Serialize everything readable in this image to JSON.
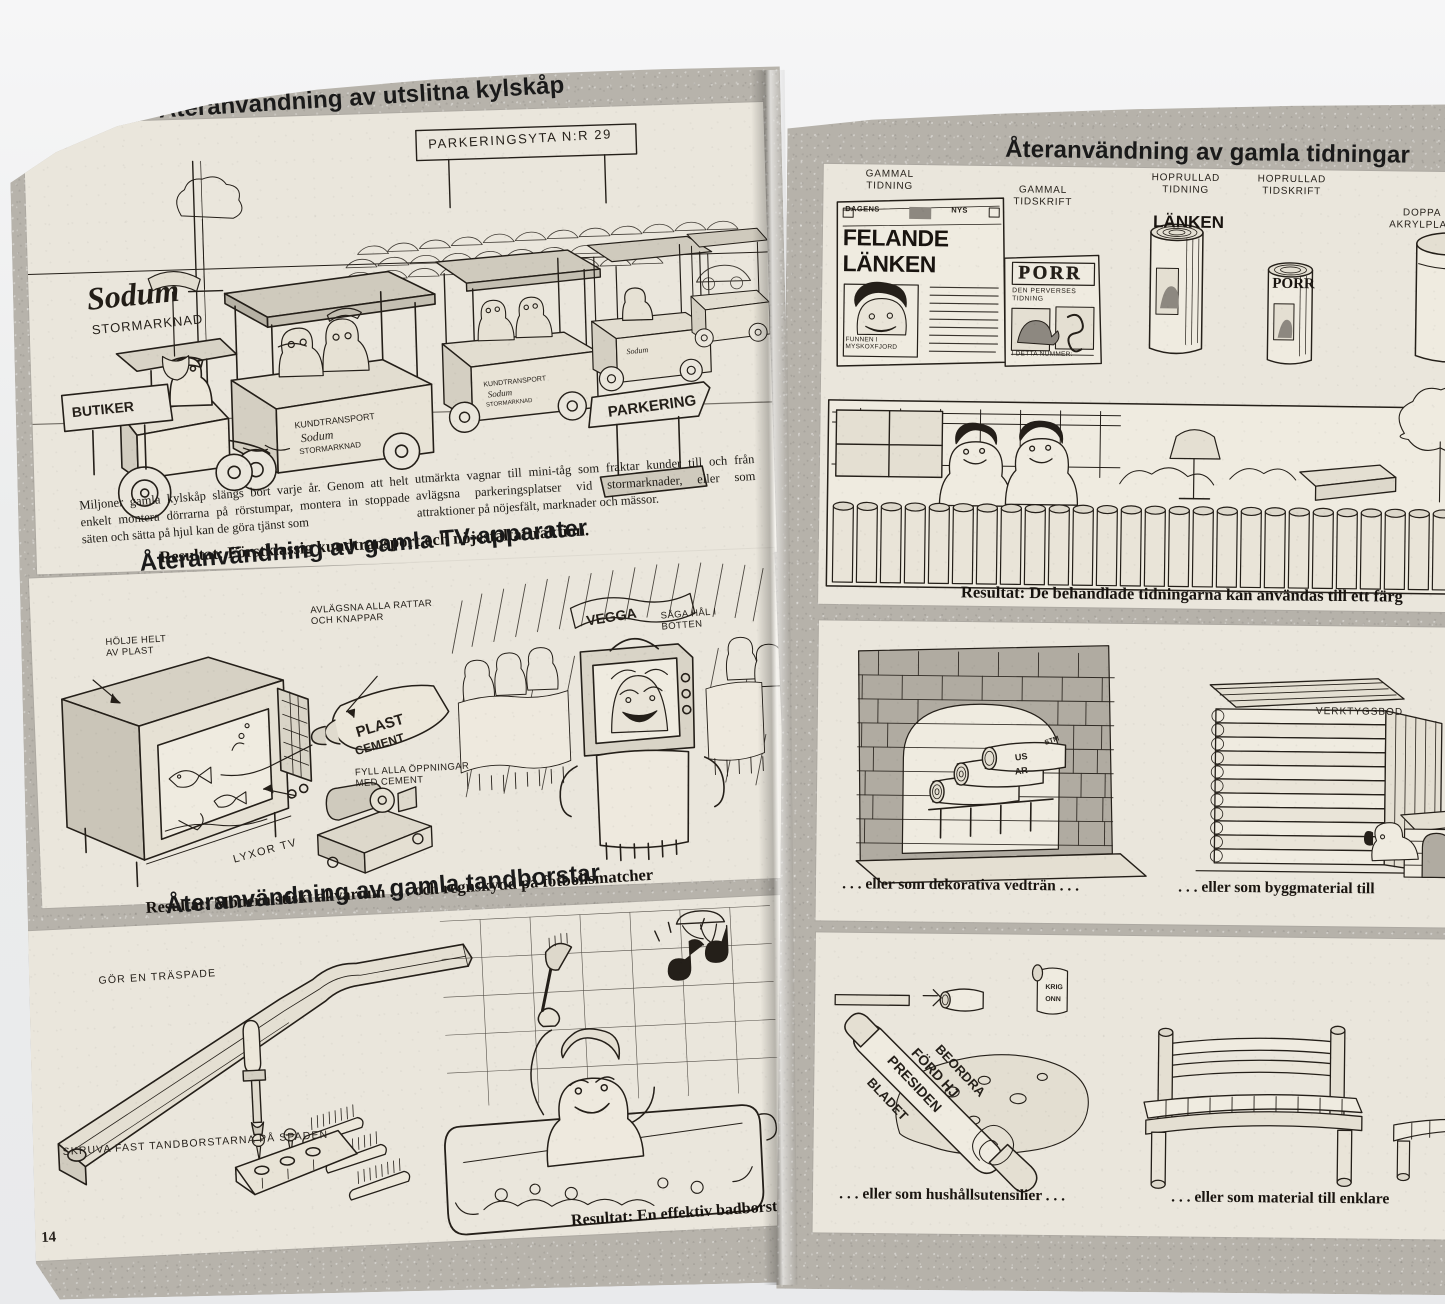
{
  "document": {
    "type": "magazine-spread",
    "language": "Swedish",
    "page_number_left": "14",
    "palette": {
      "backdrop": "#eceded",
      "page_grey": "#b7b3ab",
      "panel_cream": "#eae6dc",
      "ink": "#241f19"
    }
  },
  "left_page": {
    "page_number": "14",
    "sections": [
      {
        "heading": "Återanvändning av utslitna kylskåp",
        "signs": {
          "parking_area": "PARKERINGSYTA  N:R  29",
          "store_name": "Sodum",
          "store_sub": "STORMARKNAD",
          "store_shops": "BUTIKER",
          "parking": "PARKERING",
          "wagon_text": "KUNDTRANSPORT Sodum STORMARKNAD"
        },
        "body_left": "Miljoner gamla kylskåp slängs bort varje år. Genom att helt enkelt montera dörrarna på rörstumpar, montera in stoppade säten och sätta på hjul kan de göra tjänst som",
        "body_right": "utmärkta vagnar till mini-tåg som fraktar kunder till och från avlägsna parkeringsplatser vid stormarknader, eller som attraktioner på nöjesfält, marknader och mässor.",
        "result": "Resultat: Förstklassig kundtransport och nöjesfältattraktion."
      },
      {
        "heading": "Återanvändning av gamla TV-apparater",
        "labels": [
          "HÖLJE HELT\nAV PLAST",
          "AVLÄGSNA ALLA RATTAR\nOCH KNAPPAR",
          "FYLL ALLA ÖPPNINGAR\nMED CEMENT",
          "SÅGA HÅL I\nBOTTEN"
        ],
        "tube_label": "\"PLAST\" CEMENT",
        "tv_brand": "LYXOR TV",
        "crowd_banner": "VEGGA",
        "result": "Resultat: Modernistiskt akvarium . . . och regnskydd på fotbollsmatcher"
      },
      {
        "heading": "Återanvändning av gamla tandborstar",
        "labels": [
          "GÖR EN TRÄSPADE",
          "SKRUVA FAST TANDBORSTARNA PÅ SPADEN"
        ],
        "result": "Resultat: En effektiv badborste"
      }
    ]
  },
  "right_page": {
    "sections": [
      {
        "heading": "Återanvändning av gamla tidningar",
        "step_labels": [
          "GAMMAL\nTIDNING",
          "GAMMAL\nTIDSKRIFT",
          "HOPRULLAD\nTIDNING",
          "HOPRULLAD\nTIDSKRIFT",
          "DOPPA I\nAKRYLPLAST"
        ],
        "newspaper": {
          "masthead_left": "DAGENS",
          "masthead_right": "NYS",
          "headline_line1": "FELANDE",
          "headline_line2": "LÄNKEN",
          "photo_caption": "FUNNEN I\nMYSKOXFJORD"
        },
        "magazine": {
          "title": "PORR",
          "subtitle": "DEN PERVERSES\nTIDNING",
          "footer": "I DETTA NUMMER:"
        },
        "rolled_newspaper_text": "LÄNKEN",
        "rolled_magazine_text": "PORR",
        "result": "Resultat: De behandlade tidningarna kan användas till ett färg"
      },
      {
        "labels": [
          "VERKTYGSBOD"
        ],
        "caption_left": ". . . eller som dekorativa vedträn . . .",
        "caption_right": ". . . eller som byggmaterial till"
      },
      {
        "rolling_pin_text": "BLADET PRESIDENT FÖRD HJ BEORDRA",
        "small_roll_text": "KRIG ONN",
        "caption_left": ". . . eller som hushållsutensilier . . .",
        "caption_right": ". . . eller som material till enklare"
      }
    ]
  }
}
